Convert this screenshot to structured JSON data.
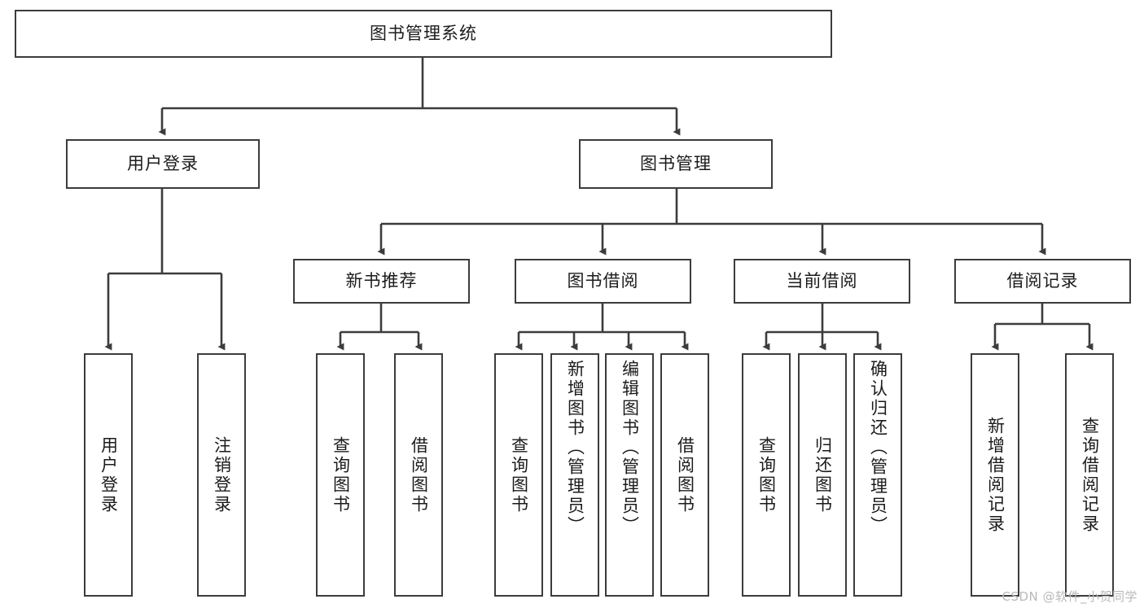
{
  "diagram": {
    "title": "图书管理系统",
    "type": "tree-functional-structure",
    "colors": {
      "box_border": "#3c3c3c",
      "box_fill": "#ffffff",
      "edge": "#3c3c3c",
      "text": "#1b1b1b",
      "watermark": "#b9b9b9",
      "background": "#ffffff"
    },
    "root": {
      "label": "图书管理系统"
    },
    "level1": [
      {
        "label": "用户登录"
      },
      {
        "label": "图书管理"
      }
    ],
    "level2": [
      {
        "label": "新书推荐"
      },
      {
        "label": "图书借阅"
      },
      {
        "label": "当前借阅"
      },
      {
        "label": "借阅记录"
      }
    ],
    "leaves": {
      "user_login": [
        {
          "label": "用户登录"
        },
        {
          "label": "注销登录"
        }
      ],
      "new_book_recommend": [
        {
          "label": "查询图书"
        },
        {
          "label": "借阅图书"
        }
      ],
      "book_borrow": [
        {
          "label": "查询图书"
        },
        {
          "label": "新增图书（管理员）"
        },
        {
          "label": "编辑图书（管理员）"
        },
        {
          "label": "借阅图书"
        }
      ],
      "current_borrow": [
        {
          "label": "查询图书"
        },
        {
          "label": "归还图书"
        },
        {
          "label": "确认归还（管理员）"
        }
      ],
      "borrow_record": [
        {
          "label": "新增借阅记录"
        },
        {
          "label": "查询借阅记录"
        }
      ]
    }
  },
  "watermark": {
    "text": "CSDN @软件_小贺同学"
  }
}
